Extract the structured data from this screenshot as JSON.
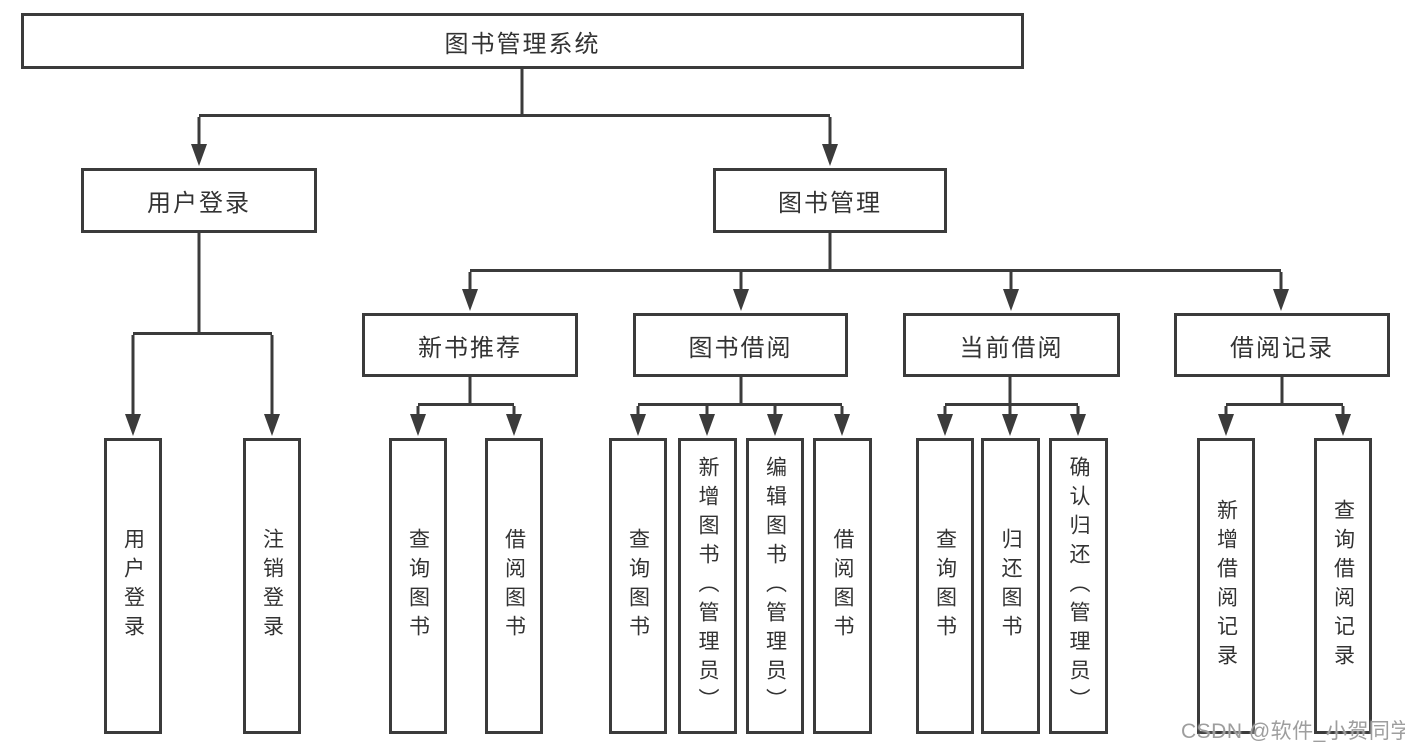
{
  "diagram": {
    "root": {
      "label": "图书管理系统"
    },
    "level2": [
      {
        "label": "用户登录"
      },
      {
        "label": "图书管理"
      }
    ],
    "level3": [
      {
        "label": "新书推荐"
      },
      {
        "label": "图书借阅"
      },
      {
        "label": "当前借阅"
      },
      {
        "label": "借阅记录"
      }
    ],
    "leaves": [
      {
        "label": "用户登录",
        "parent": "用户登录"
      },
      {
        "label": "注销登录",
        "parent": "用户登录"
      },
      {
        "label": "查询图书",
        "parent": "新书推荐"
      },
      {
        "label": "借阅图书",
        "parent": "新书推荐"
      },
      {
        "label": "查询图书",
        "parent": "图书借阅"
      },
      {
        "label": "新增图书（管理员）",
        "parent": "图书借阅"
      },
      {
        "label": "编辑图书（管理员）",
        "parent": "图书借阅"
      },
      {
        "label": "借阅图书",
        "parent": "图书借阅"
      },
      {
        "label": "查询图书",
        "parent": "当前借阅"
      },
      {
        "label": "归还图书",
        "parent": "当前借阅"
      },
      {
        "label": "确认归还（管理员）",
        "parent": "当前借阅"
      },
      {
        "label": "新增借阅记录",
        "parent": "借阅记录"
      },
      {
        "label": "查询借阅记录",
        "parent": "借阅记录"
      }
    ]
  },
  "watermark": {
    "text": "CSDN @软件_小贺同学"
  },
  "colors": {
    "line": "#3b3b3b",
    "text": "#333333",
    "watermark": "#9e9e9e",
    "background": "#ffffff"
  }
}
